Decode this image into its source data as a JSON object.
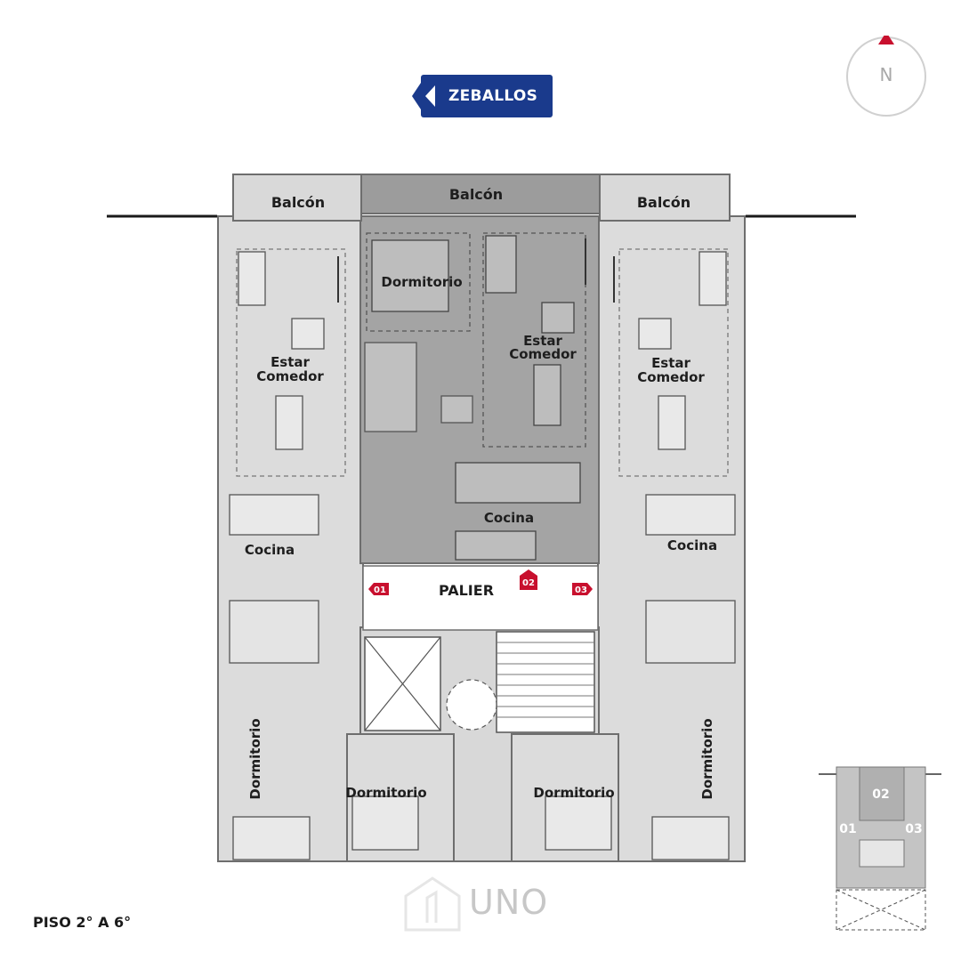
{
  "street": {
    "name": "ZEBALLOS"
  },
  "compass": {
    "label": "N",
    "arrow_color": "#c8102e"
  },
  "floor_label": "PISO 2° A 6°",
  "watermark": {
    "text": "UNO"
  },
  "colors": {
    "accent_blue": "#1a3a8c",
    "unit_marker_red": "#c8102e",
    "unit_light": "#dcdcdc",
    "unit_dark": "#a4a4a4"
  },
  "rooms": {
    "balcon_left": "Balcón",
    "balcon_center": "Balcón",
    "balcon_right": "Balcón",
    "dormitorio_top": "Dormitorio",
    "estar_left_1": "Estar",
    "estar_left_2": "Comedor",
    "estar_center_1": "Estar",
    "estar_center_2": "Comedor",
    "estar_right_1": "Estar",
    "estar_right_2": "Comedor",
    "cocina_center": "Cocina",
    "cocina_left": "Cocina",
    "cocina_right": "Cocina",
    "palier": "PALIER",
    "dormitorio_left_vertical": "Dormitorio",
    "dormitorio_bottom_left": "Dormitorio",
    "dormitorio_bottom_right": "Dormitorio",
    "dormitorio_right_vertical": "Dormitorio"
  },
  "unit_markers": {
    "u01": "01",
    "u02": "02",
    "u03": "03"
  },
  "keyplan": {
    "u01": "01",
    "u02": "02",
    "u03": "03"
  }
}
